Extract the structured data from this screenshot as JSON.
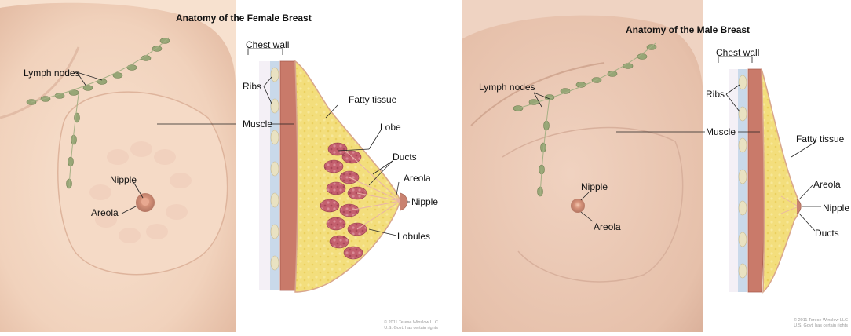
{
  "panels": [
    {
      "title": "Anatomy of the Female Breast",
      "labels": {
        "lymph_nodes": "Lymph nodes",
        "nipple": "Nipple",
        "areola": "Areola",
        "chest_wall": "Chest wall",
        "ribs": "Ribs",
        "muscle": "Muscle",
        "fatty_tissue": "Fatty tissue",
        "lobe": "Lobe",
        "ducts": "Ducts",
        "areola_side": "Areola",
        "nipple_side": "Nipple",
        "lobules": "Lobules"
      },
      "credit": [
        "© 2011 Terese Winslow LLC",
        "U.S. Govt. has certain rights"
      ]
    },
    {
      "title": "Anatomy of the Male Breast",
      "labels": {
        "lymph_nodes": "Lymph nodes",
        "nipple": "Nipple",
        "areola": "Areola",
        "chest_wall": "Chest wall",
        "ribs": "Ribs",
        "muscle": "Muscle",
        "fatty_tissue": "Fatty tissue",
        "areola_side": "Areola",
        "nipple_side": "Nipple",
        "ducts": "Ducts"
      },
      "credit": [
        "© 2011 Terese Winslow LLC",
        "U.S. Govt. has certain rights"
      ]
    }
  ],
  "colors": {
    "skin": "#f6dcc8",
    "skin_shadow": "#e8c2aa",
    "muscle": "#c87a6a",
    "fat": "#f2dc78",
    "lobule": "#c05a6a",
    "lymph_node": "#8a9a6a"
  }
}
